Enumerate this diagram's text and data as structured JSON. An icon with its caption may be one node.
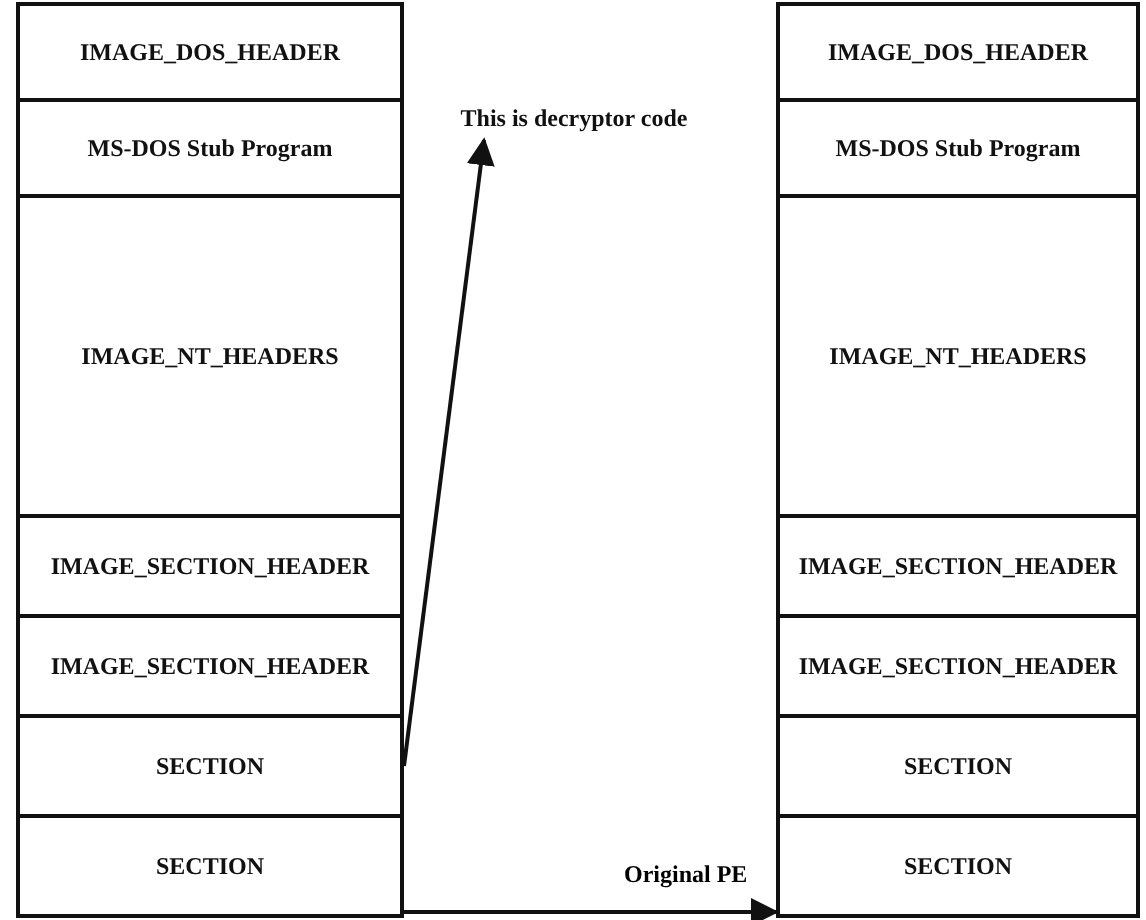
{
  "diagram": {
    "nodes": [
      {
        "text": [
          "IMAGE_DOS_HEADER"
        ]
      },
      {
        "text": [
          "MS-DOS Stub Program"
        ]
      },
      {
        "text": [
          "IMAGE_NT_HEADERS"
        ]
      },
      {
        "text": [
          "IMAGE_SECTION_HEADER"
        ]
      },
      {
        "text": [
          "IMAGE_SECTION_HEADER"
        ]
      },
      {
        "text": [
          "SECTION"
        ]
      },
      {
        "text": [
          "SECTION"
        ]
      },
      {
        "text": [
          "This is decryptor code"
        ]
      },
      {
        "text": [
          "IMAGE_DOS_HEADER"
        ]
      },
      {
        "text": [
          "MS-DOS Stub Program"
        ]
      },
      {
        "text": [
          "IMAGE_NT_HEADERS"
        ]
      },
      {
        "text": [
          "IMAGE_SECTION_HEADER"
        ]
      },
      {
        "text": [
          "IMAGE_SECTION_HEADER"
        ]
      },
      {
        "text": [
          "SECTION"
        ]
      },
      {
        "text": [
          "SECTION"
        ]
      }
    ],
    "edges": [
      {
        "from": 5,
        "to": 7,
        "arrow": "to"
      },
      {
        "from": 6,
        "to": 14,
        "arrow": "to",
        "label": "Original PE"
      }
    ]
  }
}
